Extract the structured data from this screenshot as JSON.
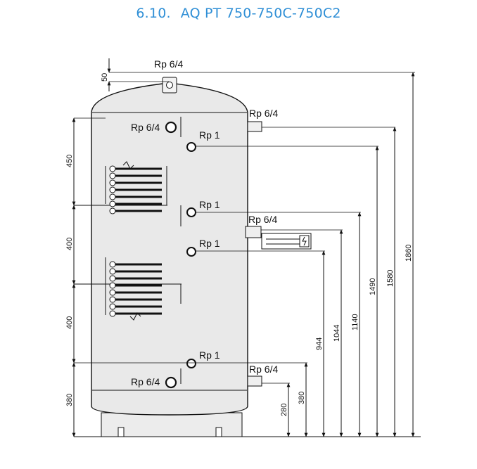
{
  "title": {
    "number": "6.10.",
    "model": "AQ PT 750-750C-750C2"
  },
  "connections": {
    "top": "Rp 6/4",
    "upper_side": "Rp 6/4",
    "upper_left": "Rp 6/4",
    "rp1_a": "Rp 1",
    "rp1_b": "Rp 1",
    "middle_side": "Rp 6/4",
    "rp1_c": "Rp 1",
    "rp1_d": "Rp 1",
    "lower_side": "Rp 6/4",
    "lower_left": "Rp 6/4"
  },
  "left_dims": {
    "d50": "50",
    "d450": "450",
    "d400a": "400",
    "d400b": "400",
    "d380": "380"
  },
  "right_dims": {
    "d280": "280",
    "d380": "380",
    "d944": "944",
    "d1044": "1044",
    "d1140": "1140",
    "d1490": "1490",
    "d1580": "1580",
    "d1860": "1860"
  },
  "colors": {
    "title": "#2f8fd6",
    "line": "#111111",
    "tank": "#e8e8e8"
  }
}
